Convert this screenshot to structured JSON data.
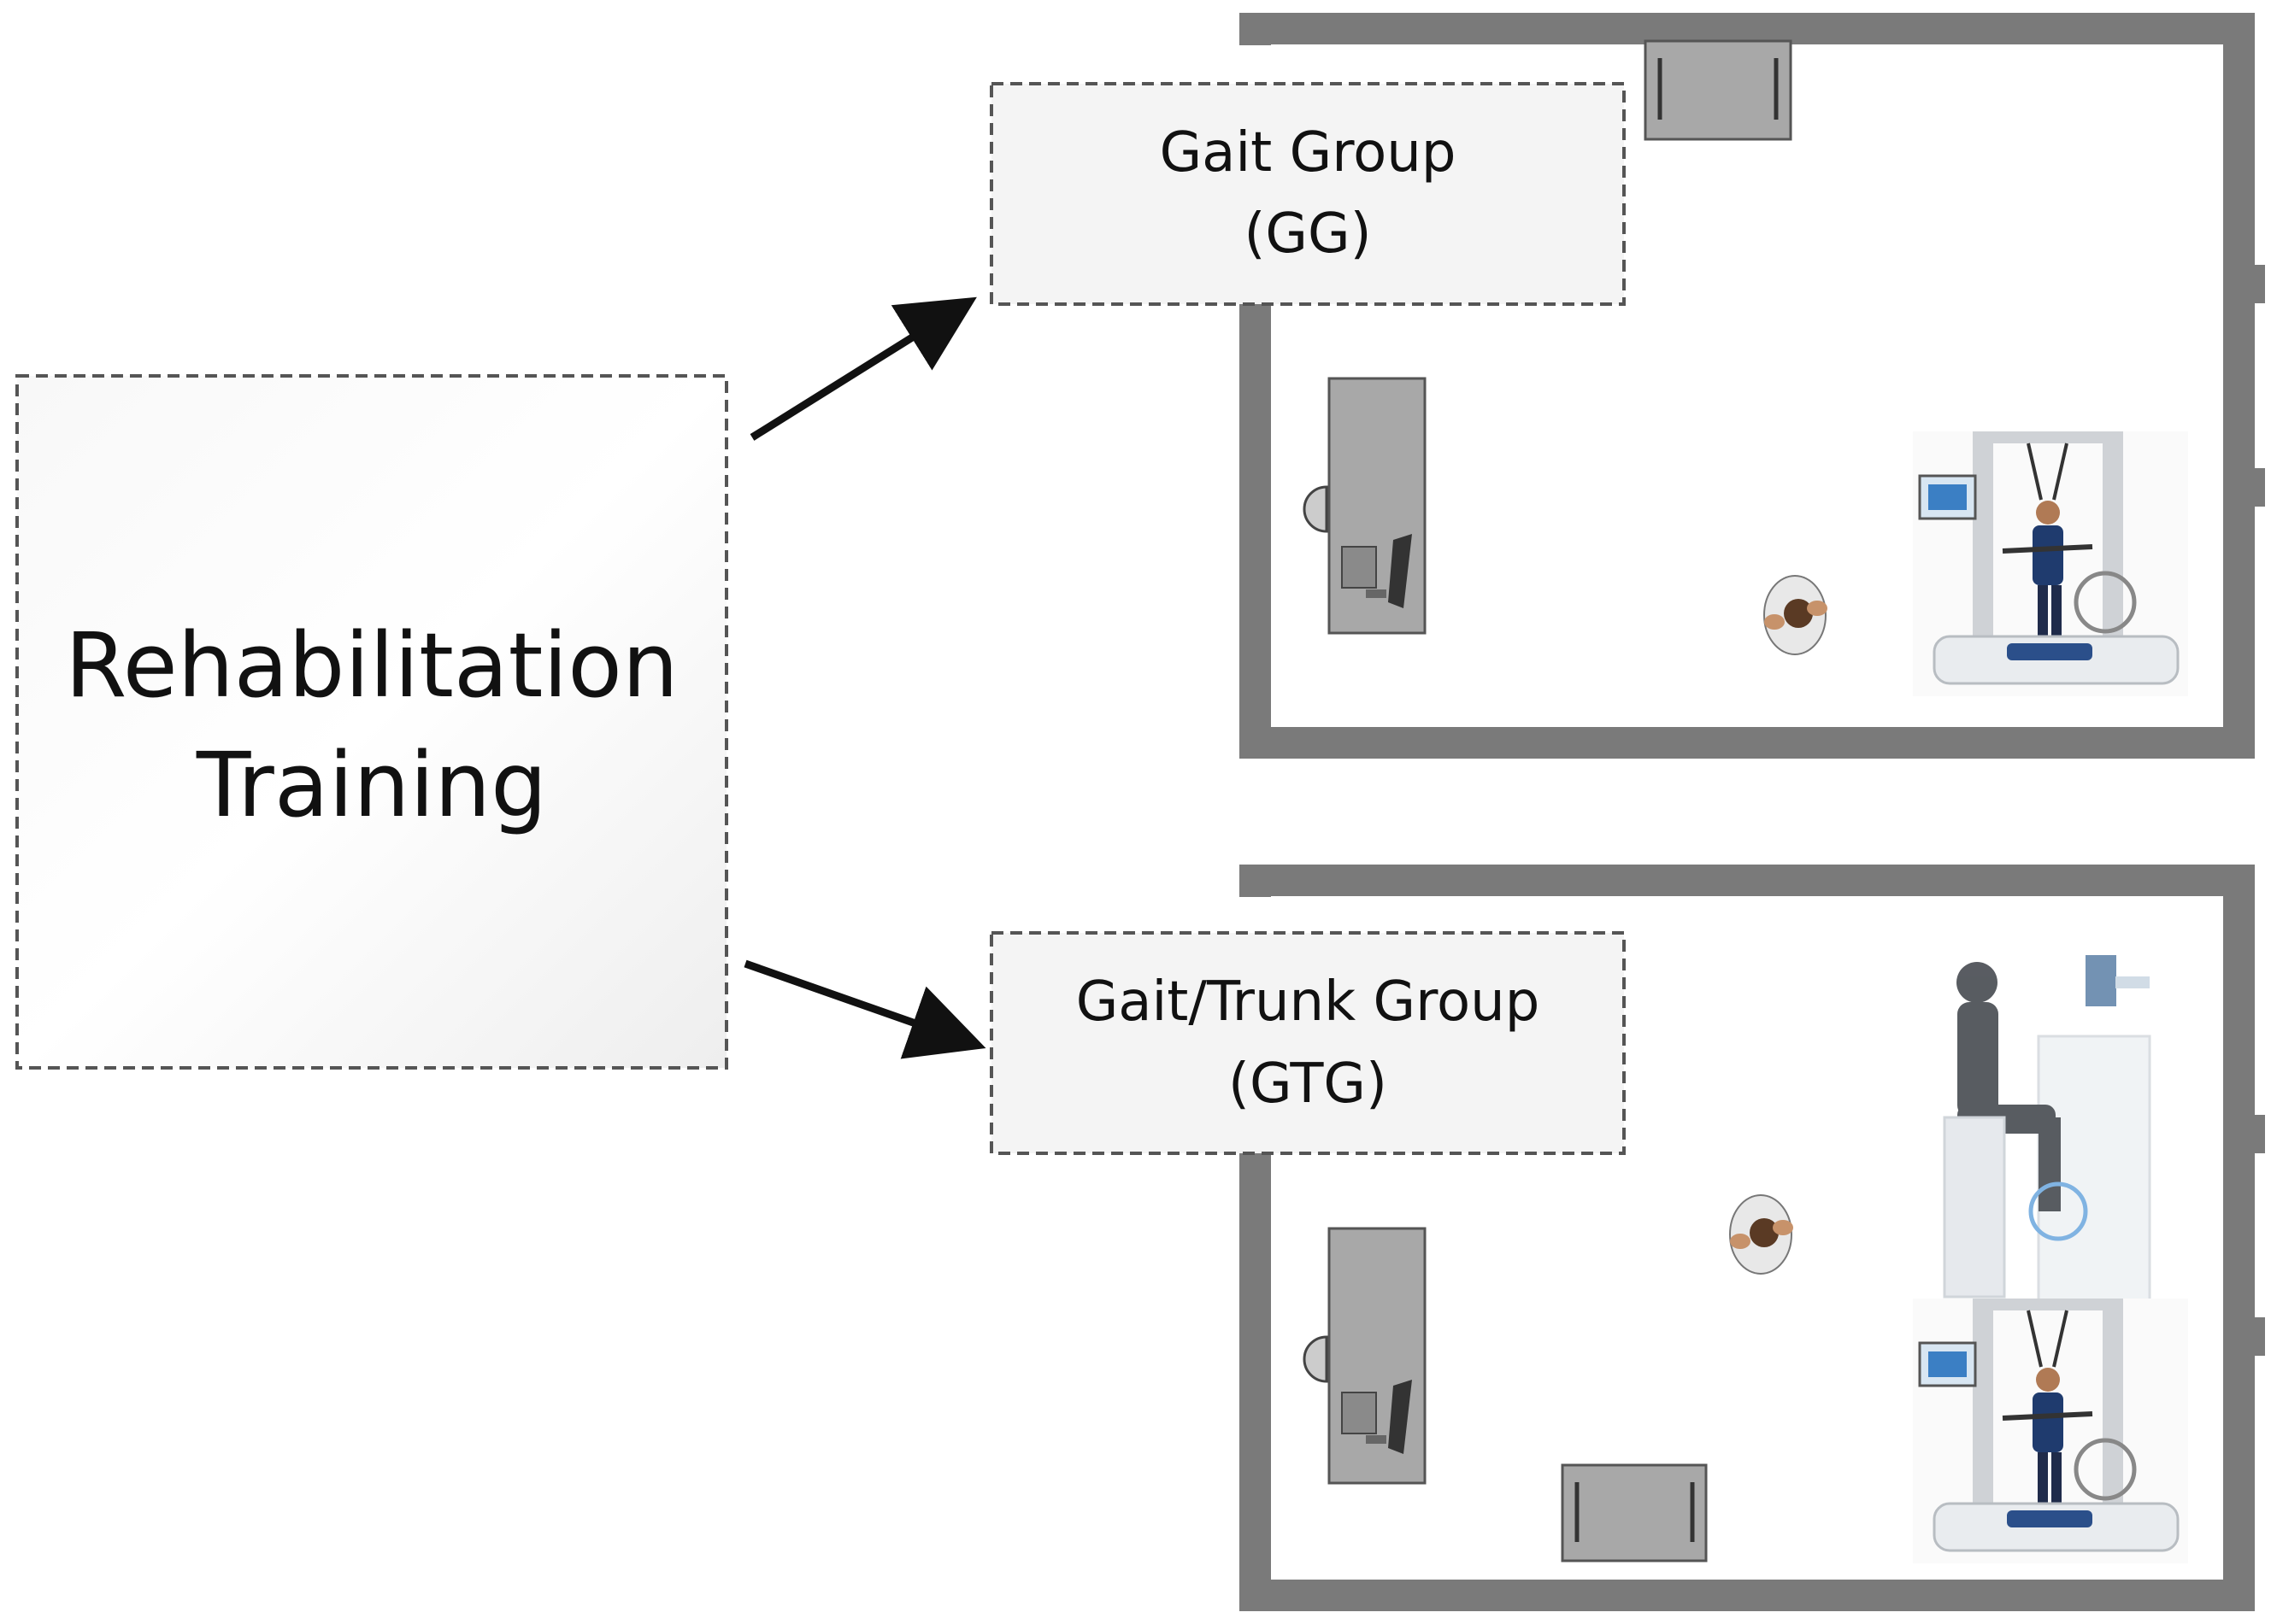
{
  "main_box": {
    "line1": "Rehabilitation",
    "line2": "Training"
  },
  "groups": [
    {
      "name": "Gait Group",
      "abbr": "(GG)"
    },
    {
      "name": "Gait/Trunk Group",
      "abbr": "(GTG)"
    }
  ],
  "colors": {
    "wall": "#7a7a7a",
    "furniture": "#a8a8a8",
    "box_fill": "#f4f4f4",
    "arrow": "#111111"
  },
  "icons": [
    "person-top-view-icon",
    "treadmill-robot-icon",
    "trunk-trainer-icon",
    "desk-icon",
    "chair-icon",
    "computer-icon",
    "bench-icon"
  ]
}
